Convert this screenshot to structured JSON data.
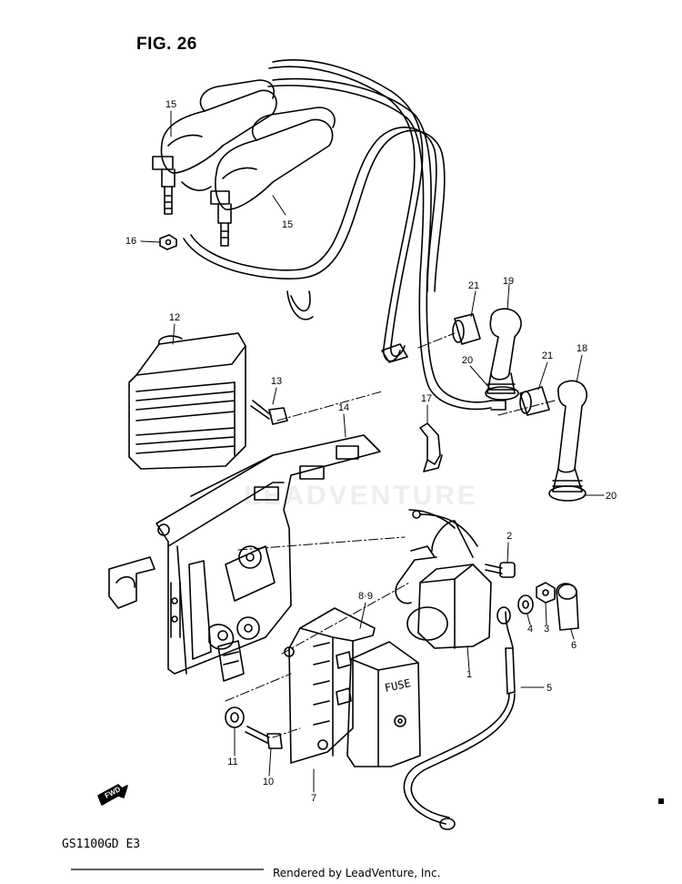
{
  "figure": {
    "title": "FIG. 26"
  },
  "model": "GS1100GD E3",
  "footer": "Rendered by LeadVenture, Inc.",
  "watermark": "LEADVENTURE",
  "fuse_label": "FUSE",
  "fwd_label": "FWD",
  "callouts": [
    {
      "id": "c15a",
      "text": "15"
    },
    {
      "id": "c15b",
      "text": "15"
    },
    {
      "id": "c16",
      "text": "16"
    },
    {
      "id": "c21a",
      "text": "21"
    },
    {
      "id": "c19",
      "text": "19"
    },
    {
      "id": "c12",
      "text": "12"
    },
    {
      "id": "c13",
      "text": "13"
    },
    {
      "id": "c14",
      "text": "14"
    },
    {
      "id": "c20a",
      "text": "20"
    },
    {
      "id": "c21b",
      "text": "21"
    },
    {
      "id": "c18",
      "text": "18"
    },
    {
      "id": "c17",
      "text": "17"
    },
    {
      "id": "c20b",
      "text": "20"
    },
    {
      "id": "c2",
      "text": "2"
    },
    {
      "id": "c89",
      "text": "8·9"
    },
    {
      "id": "c4",
      "text": "4"
    },
    {
      "id": "c3",
      "text": "3"
    },
    {
      "id": "c6",
      "text": "6"
    },
    {
      "id": "c1",
      "text": "1"
    },
    {
      "id": "c5",
      "text": "5"
    },
    {
      "id": "c11",
      "text": "11"
    },
    {
      "id": "c10",
      "text": "10"
    },
    {
      "id": "c7",
      "text": "7"
    }
  ]
}
